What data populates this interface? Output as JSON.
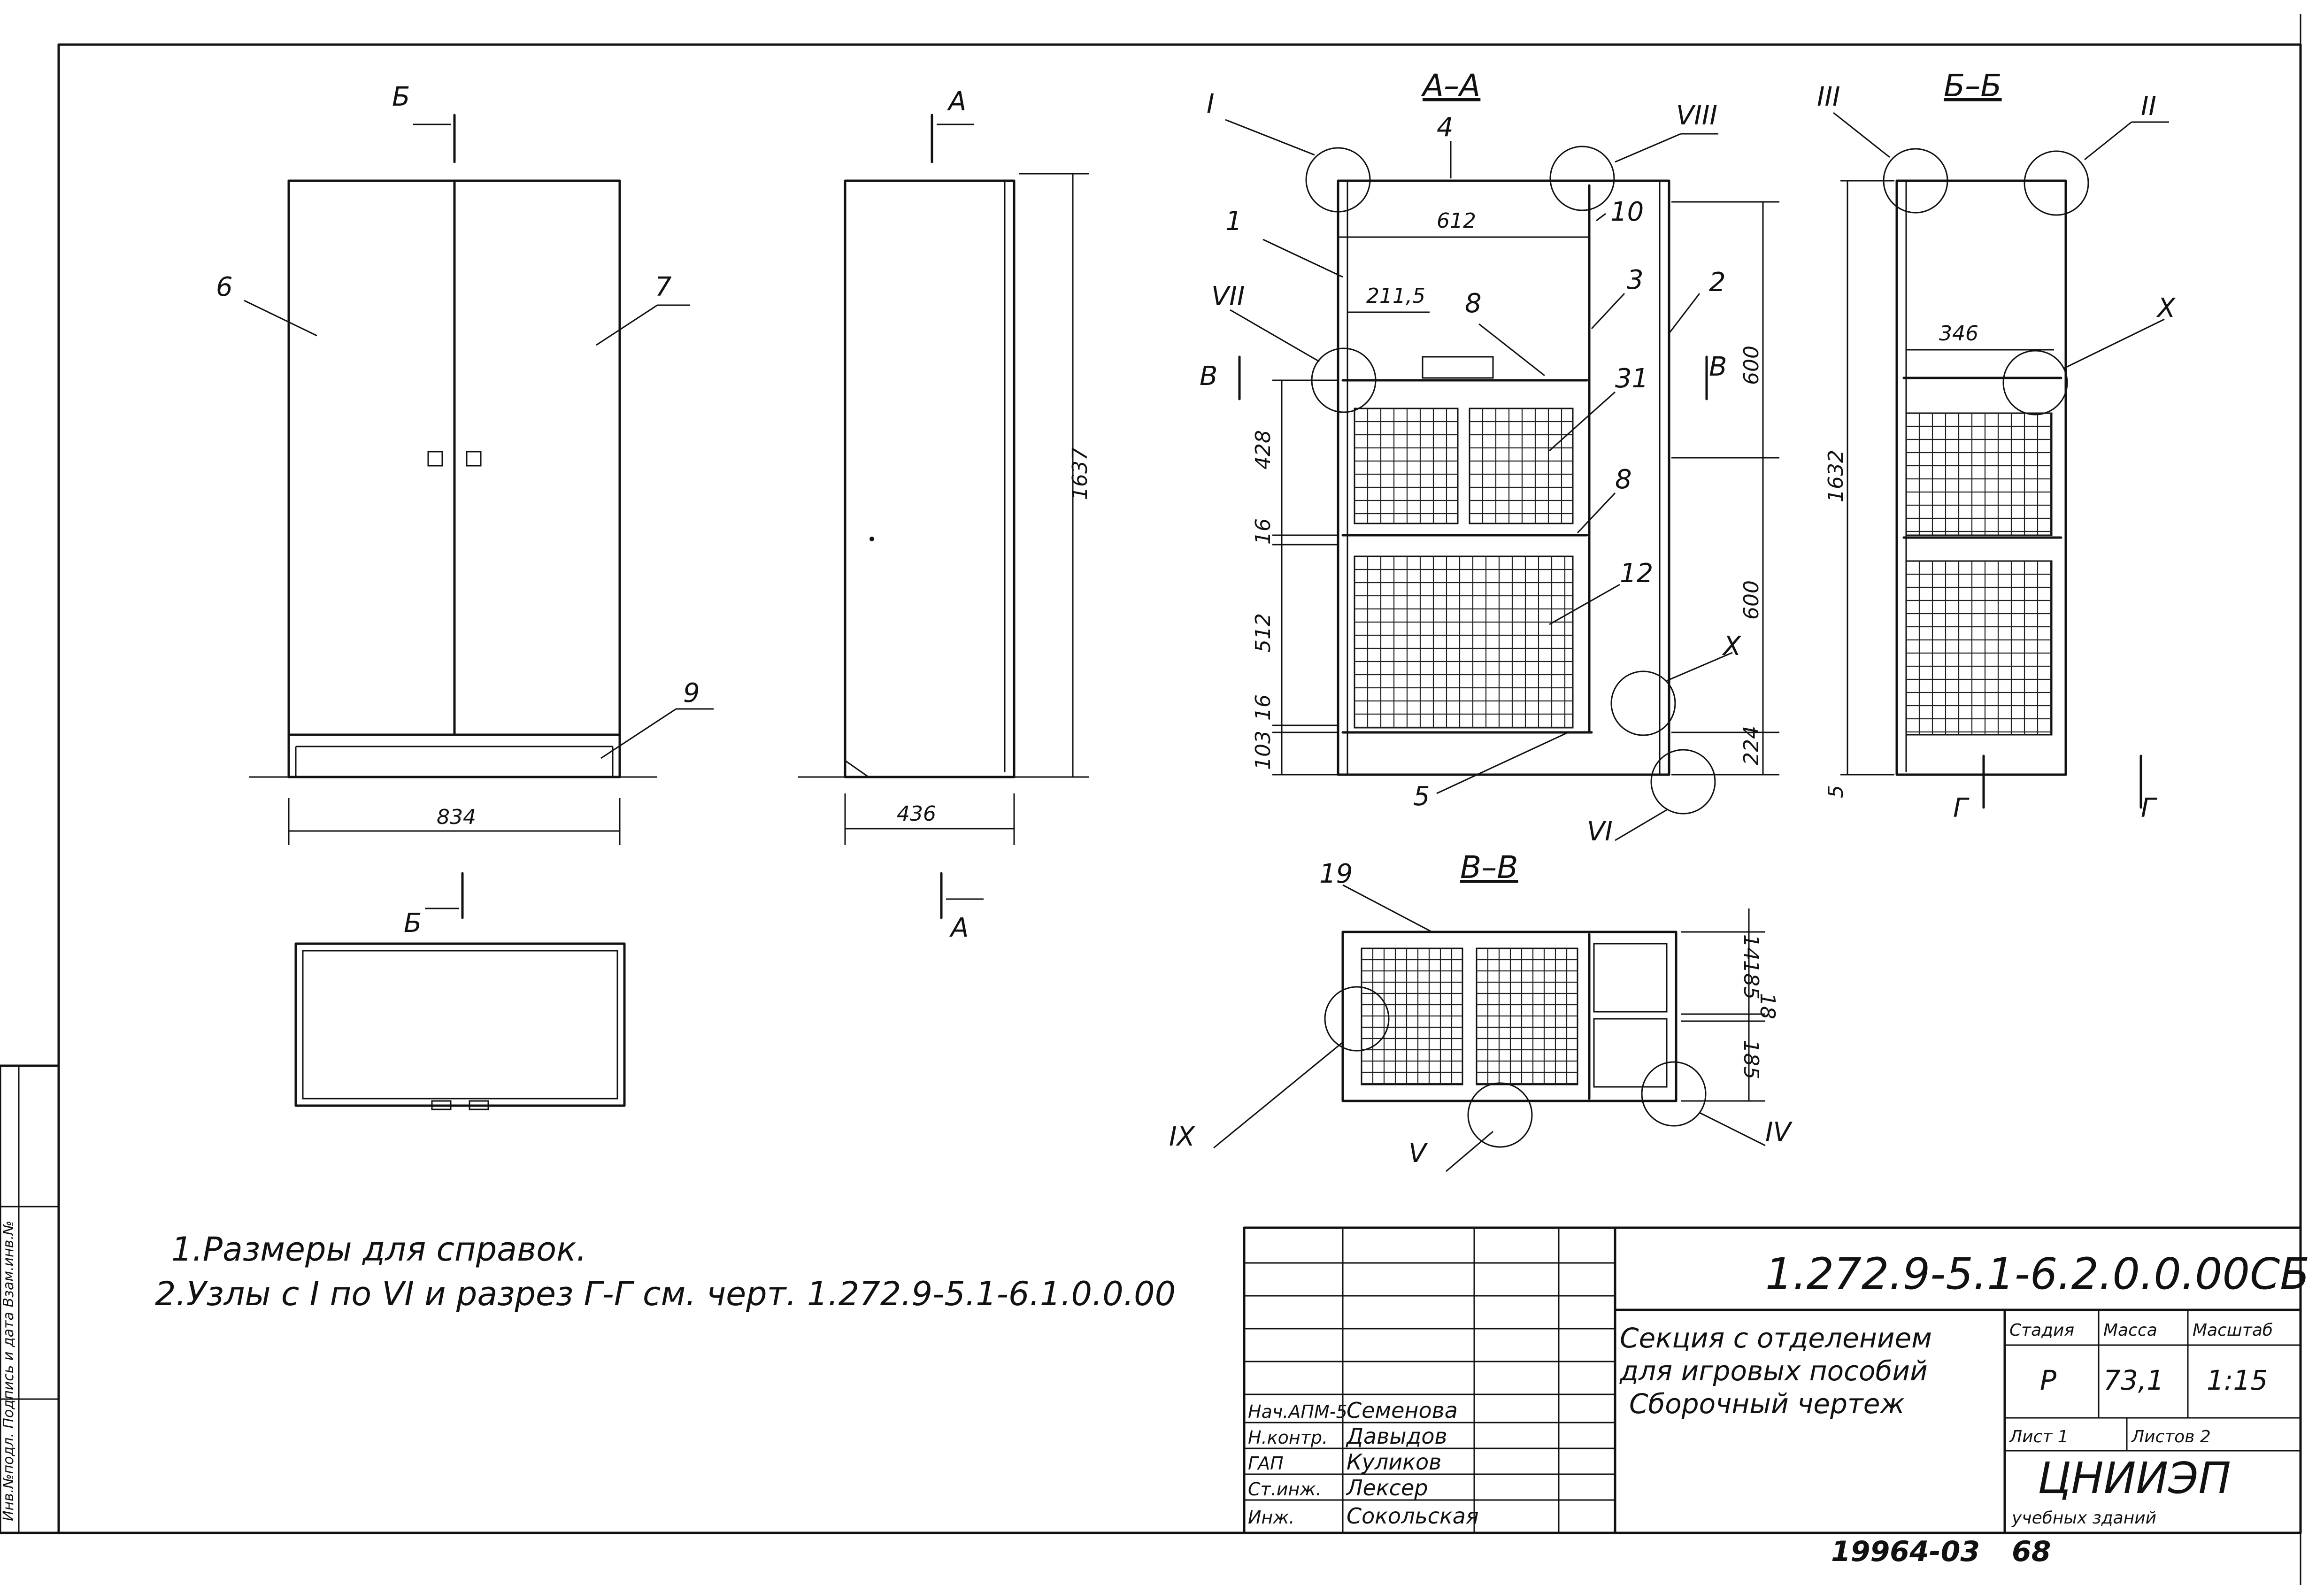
{
  "views": {
    "front": {
      "dim_width": "834",
      "callouts": [
        "6",
        "7",
        "9"
      ],
      "section_mark": "Б"
    },
    "side": {
      "dim_height": "1637",
      "dim_depth": "436",
      "section_mark": "А"
    },
    "section_aa": {
      "title": "А–А",
      "dims": {
        "width": "612",
        "shelf_pos": "211,5",
        "h1": "428",
        "h2": "16",
        "h3": "512",
        "h4": "16",
        "h5": "103",
        "r1": "600",
        "r2": "600",
        "r3": "224"
      },
      "callouts": [
        "1",
        "2",
        "3",
        "4",
        "5",
        "8",
        "8",
        "10",
        "12",
        "31"
      ],
      "nodes": [
        "I",
        "VIII",
        "VII",
        "X",
        "VI"
      ],
      "section_mark": "В"
    },
    "section_bb": {
      "title": "Б–Б",
      "dims": {
        "width": "346",
        "height": "1632",
        "bottom": "5"
      },
      "nodes": [
        "III",
        "II",
        "X"
      ],
      "section_mark": "Г"
    },
    "section_vv": {
      "title": "В–В",
      "dims": {
        "d1": "14",
        "d2": "185",
        "d3": "18",
        "d4": "185"
      },
      "callouts": [
        "19"
      ],
      "nodes": [
        "IX",
        "V",
        "IV"
      ]
    }
  },
  "notes": [
    "1.Размеры для справок.",
    "2.Узлы с I по VI и разрез Г-Г см. черт. 1.272.9-5.1-6.1.0.0.00"
  ],
  "title_block": {
    "doc_number": "1.272.9-5.1-6.2.0.0.00СБ",
    "name_line1": "Секция с отделением",
    "name_line2": "для игровых пособий",
    "name_line3": "Сборочный чертеж",
    "stage_label": "Стадия",
    "mass_label": "Масса",
    "scale_label": "Масштаб",
    "stage": "Р",
    "mass": "73,1",
    "scale": "1:15",
    "sheet_label": "Лист 1",
    "sheets_label": "Листов 2",
    "org": "ЦНИИЭП",
    "org_sub": "учебных зданий",
    "staff": [
      {
        "role": "Нач.АПМ-5",
        "name": "Семенова"
      },
      {
        "role": "Н.контр.",
        "name": "Давыдов"
      },
      {
        "role": "ГАП",
        "name": "Куликов"
      },
      {
        "role": "Ст.инж.",
        "name": "Лексер"
      },
      {
        "role": "Инж.",
        "name": "Сокольская"
      }
    ]
  },
  "margin_stamp": "Инв.№подл. Подпись и дата Взам.инв.№",
  "footer": {
    "archive": "19964-03",
    "page": "68"
  }
}
